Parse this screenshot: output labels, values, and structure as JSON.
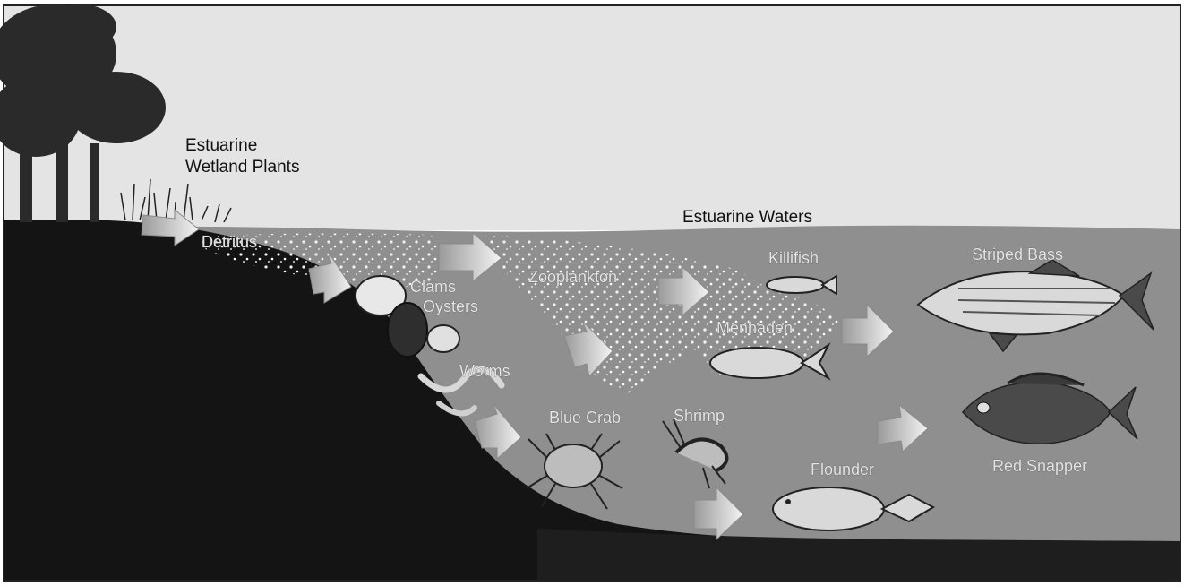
{
  "labels": {
    "wetland_line1": "Estuarine",
    "wetland_line2": "Wetland Plants",
    "waters": "Estuarine Waters",
    "detritus": "Detritus",
    "zooplankton": "Zooplankton",
    "clams": "Clams",
    "oysters": "Oysters",
    "worms": "Worms",
    "killifish": "Killifish",
    "menhaden": "Menhaden",
    "striped_bass": "Striped Bass",
    "red_snapper": "Red Snapper",
    "blue_crab": "Blue Crab",
    "shrimp": "Shrimp",
    "flounder": "Flounder"
  },
  "colors": {
    "sky": "#e4e4e4",
    "water": "#8f8f8f",
    "ground": "#141414",
    "trees": "#2a2a2a"
  }
}
